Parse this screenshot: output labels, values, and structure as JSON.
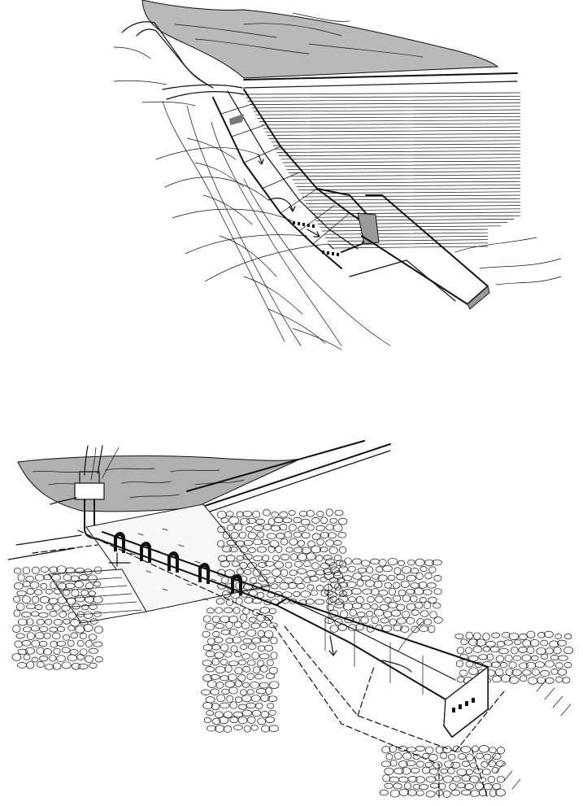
{
  "figure_top": {
    "icons": [
      "spillway-illustration",
      "reservoir-water",
      "dam-embankment",
      "hillside-terrain",
      "flow-arrow"
    ],
    "colors": {
      "ink": "#111111",
      "terrain_fill": "#b9b9b9",
      "paper": "#ffffff"
    }
  },
  "figure_bottom": {
    "icons": [
      "outlet-works-illustration",
      "intake-tower",
      "conduit-anti-seep-collars",
      "stilling-basin",
      "riprap-rock",
      "flow-arrow"
    ],
    "colors": {
      "ink": "#111111",
      "terrain_fill": "#b0b0b0",
      "rock_fill": "#ffffff",
      "paper": "#ffffff"
    }
  }
}
